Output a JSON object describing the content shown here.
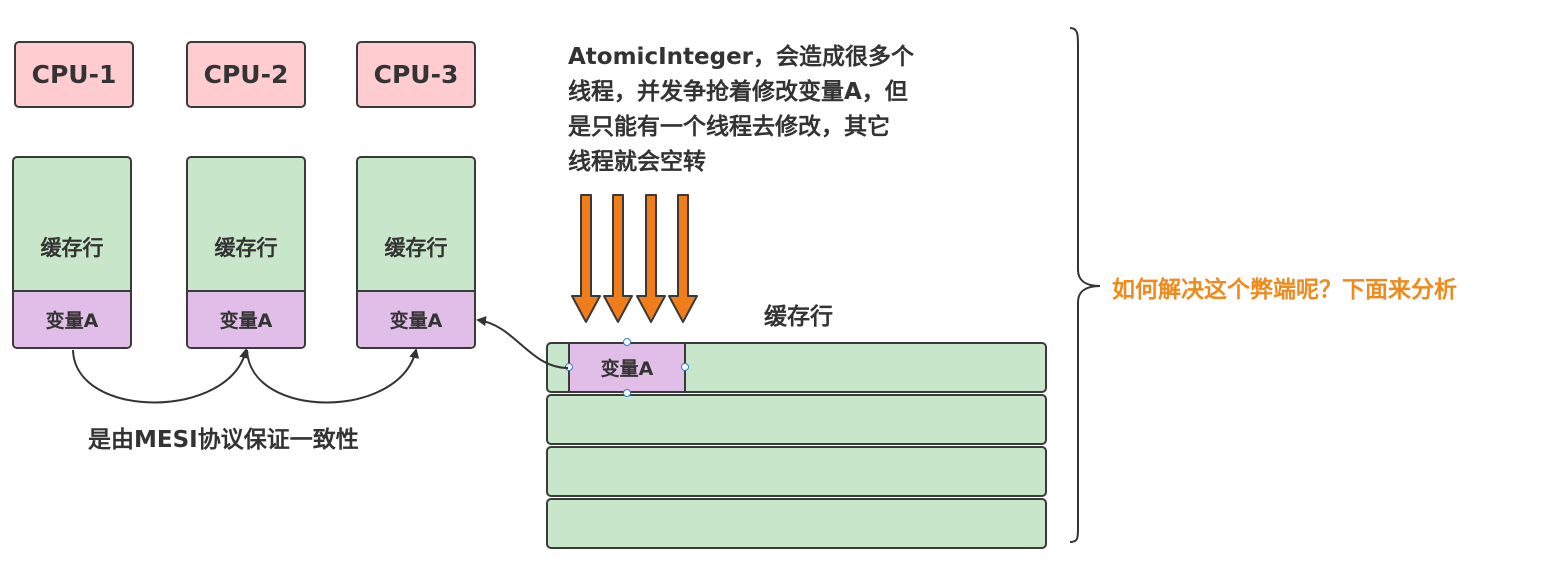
{
  "cpus": [
    {
      "label": "CPU-1"
    },
    {
      "label": "CPU-2"
    },
    {
      "label": "CPU-3"
    }
  ],
  "caches": [
    {
      "line_label": "缓存行",
      "var_label": "变量A"
    },
    {
      "line_label": "缓存行",
      "var_label": "变量A"
    },
    {
      "line_label": "缓存行",
      "var_label": "变量A"
    }
  ],
  "mesi_note": "是由MESI协议保证一致性",
  "atomic_note": {
    "lines": [
      "AtomicInteger，会造成很多个",
      "线程，并发争抢着修改变量A，但",
      "是只能有一个线程去修改，其它",
      "线程就会空转"
    ]
  },
  "main_cache": {
    "title": "缓存行",
    "var_label": "变量A",
    "row_count": 4
  },
  "question": "如何解决这个弊端呢？下面来分析",
  "colors": {
    "cpu_fill": "#ffccd0",
    "cache_fill": "#c8e6c9",
    "var_fill": "#e1bee7",
    "arrow_orange": "#f07d1a",
    "question_orange": "#f08a1c"
  }
}
